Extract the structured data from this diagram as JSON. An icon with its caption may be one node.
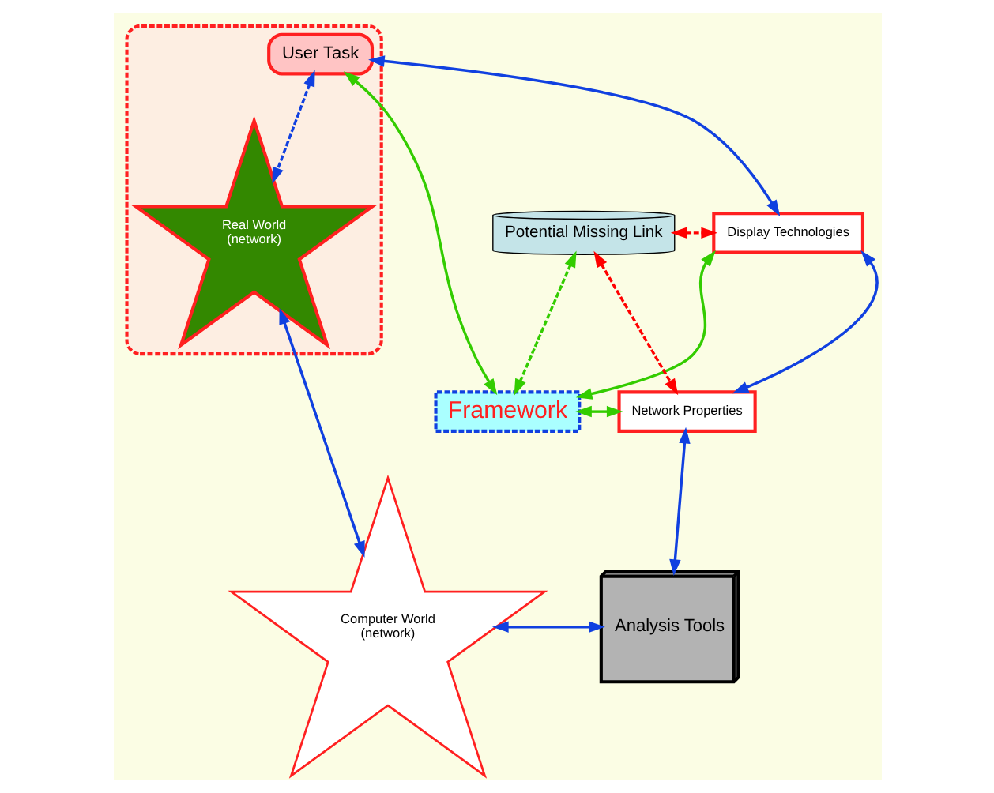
{
  "diagram": {
    "nodes": [
      {
        "text": [],
        "shape": "box"
      },
      {
        "text": [
          "User Task"
        ],
        "in": 0
      },
      {
        "text": [
          "Display Technologies"
        ]
      },
      {
        "text": [
          "Potential Missing Link"
        ]
      },
      {
        "text": [
          "Framework"
        ]
      },
      {
        "text": [
          "Network Properties"
        ]
      },
      {
        "text": [
          "Real World (network)"
        ],
        "in": 0
      },
      {
        "text": [
          "Computer World (network)"
        ]
      },
      {
        "text": [
          "Analysis Tools"
        ]
      }
    ],
    "edges": [
      {
        "from": 1,
        "to": 2,
        "arrow": "both"
      },
      {
        "from": 1,
        "to": 4,
        "arrow": "both",
        "color": "#33cc00"
      },
      {
        "from": 1,
        "to": 6,
        "arrow": "both",
        "style": "dashed"
      },
      {
        "from": 2,
        "to": 4,
        "arrow": "both",
        "color": "#33cc00"
      },
      {
        "from": 2,
        "to": 5,
        "arrow": "both"
      },
      {
        "from": 3,
        "to": 2,
        "arrow": "both",
        "style": "dashed",
        "color": "#ff0000"
      },
      {
        "from": 3,
        "to": 5,
        "arrow": "both",
        "style": "dashed",
        "color": "#ff0000"
      },
      {
        "from": 3,
        "to": 4,
        "arrow": "both",
        "style": "dashed",
        "color": "#33cc00"
      },
      {
        "from": 4,
        "to": 5,
        "arrow": "both",
        "color": "#33cc00"
      },
      {
        "from": 5,
        "to": 8,
        "arrow": "both"
      },
      {
        "from": 6,
        "to": 7,
        "arrow": "both"
      },
      {
        "from": 7,
        "to": 8,
        "arrow": "both"
      }
    ]
  }
}
